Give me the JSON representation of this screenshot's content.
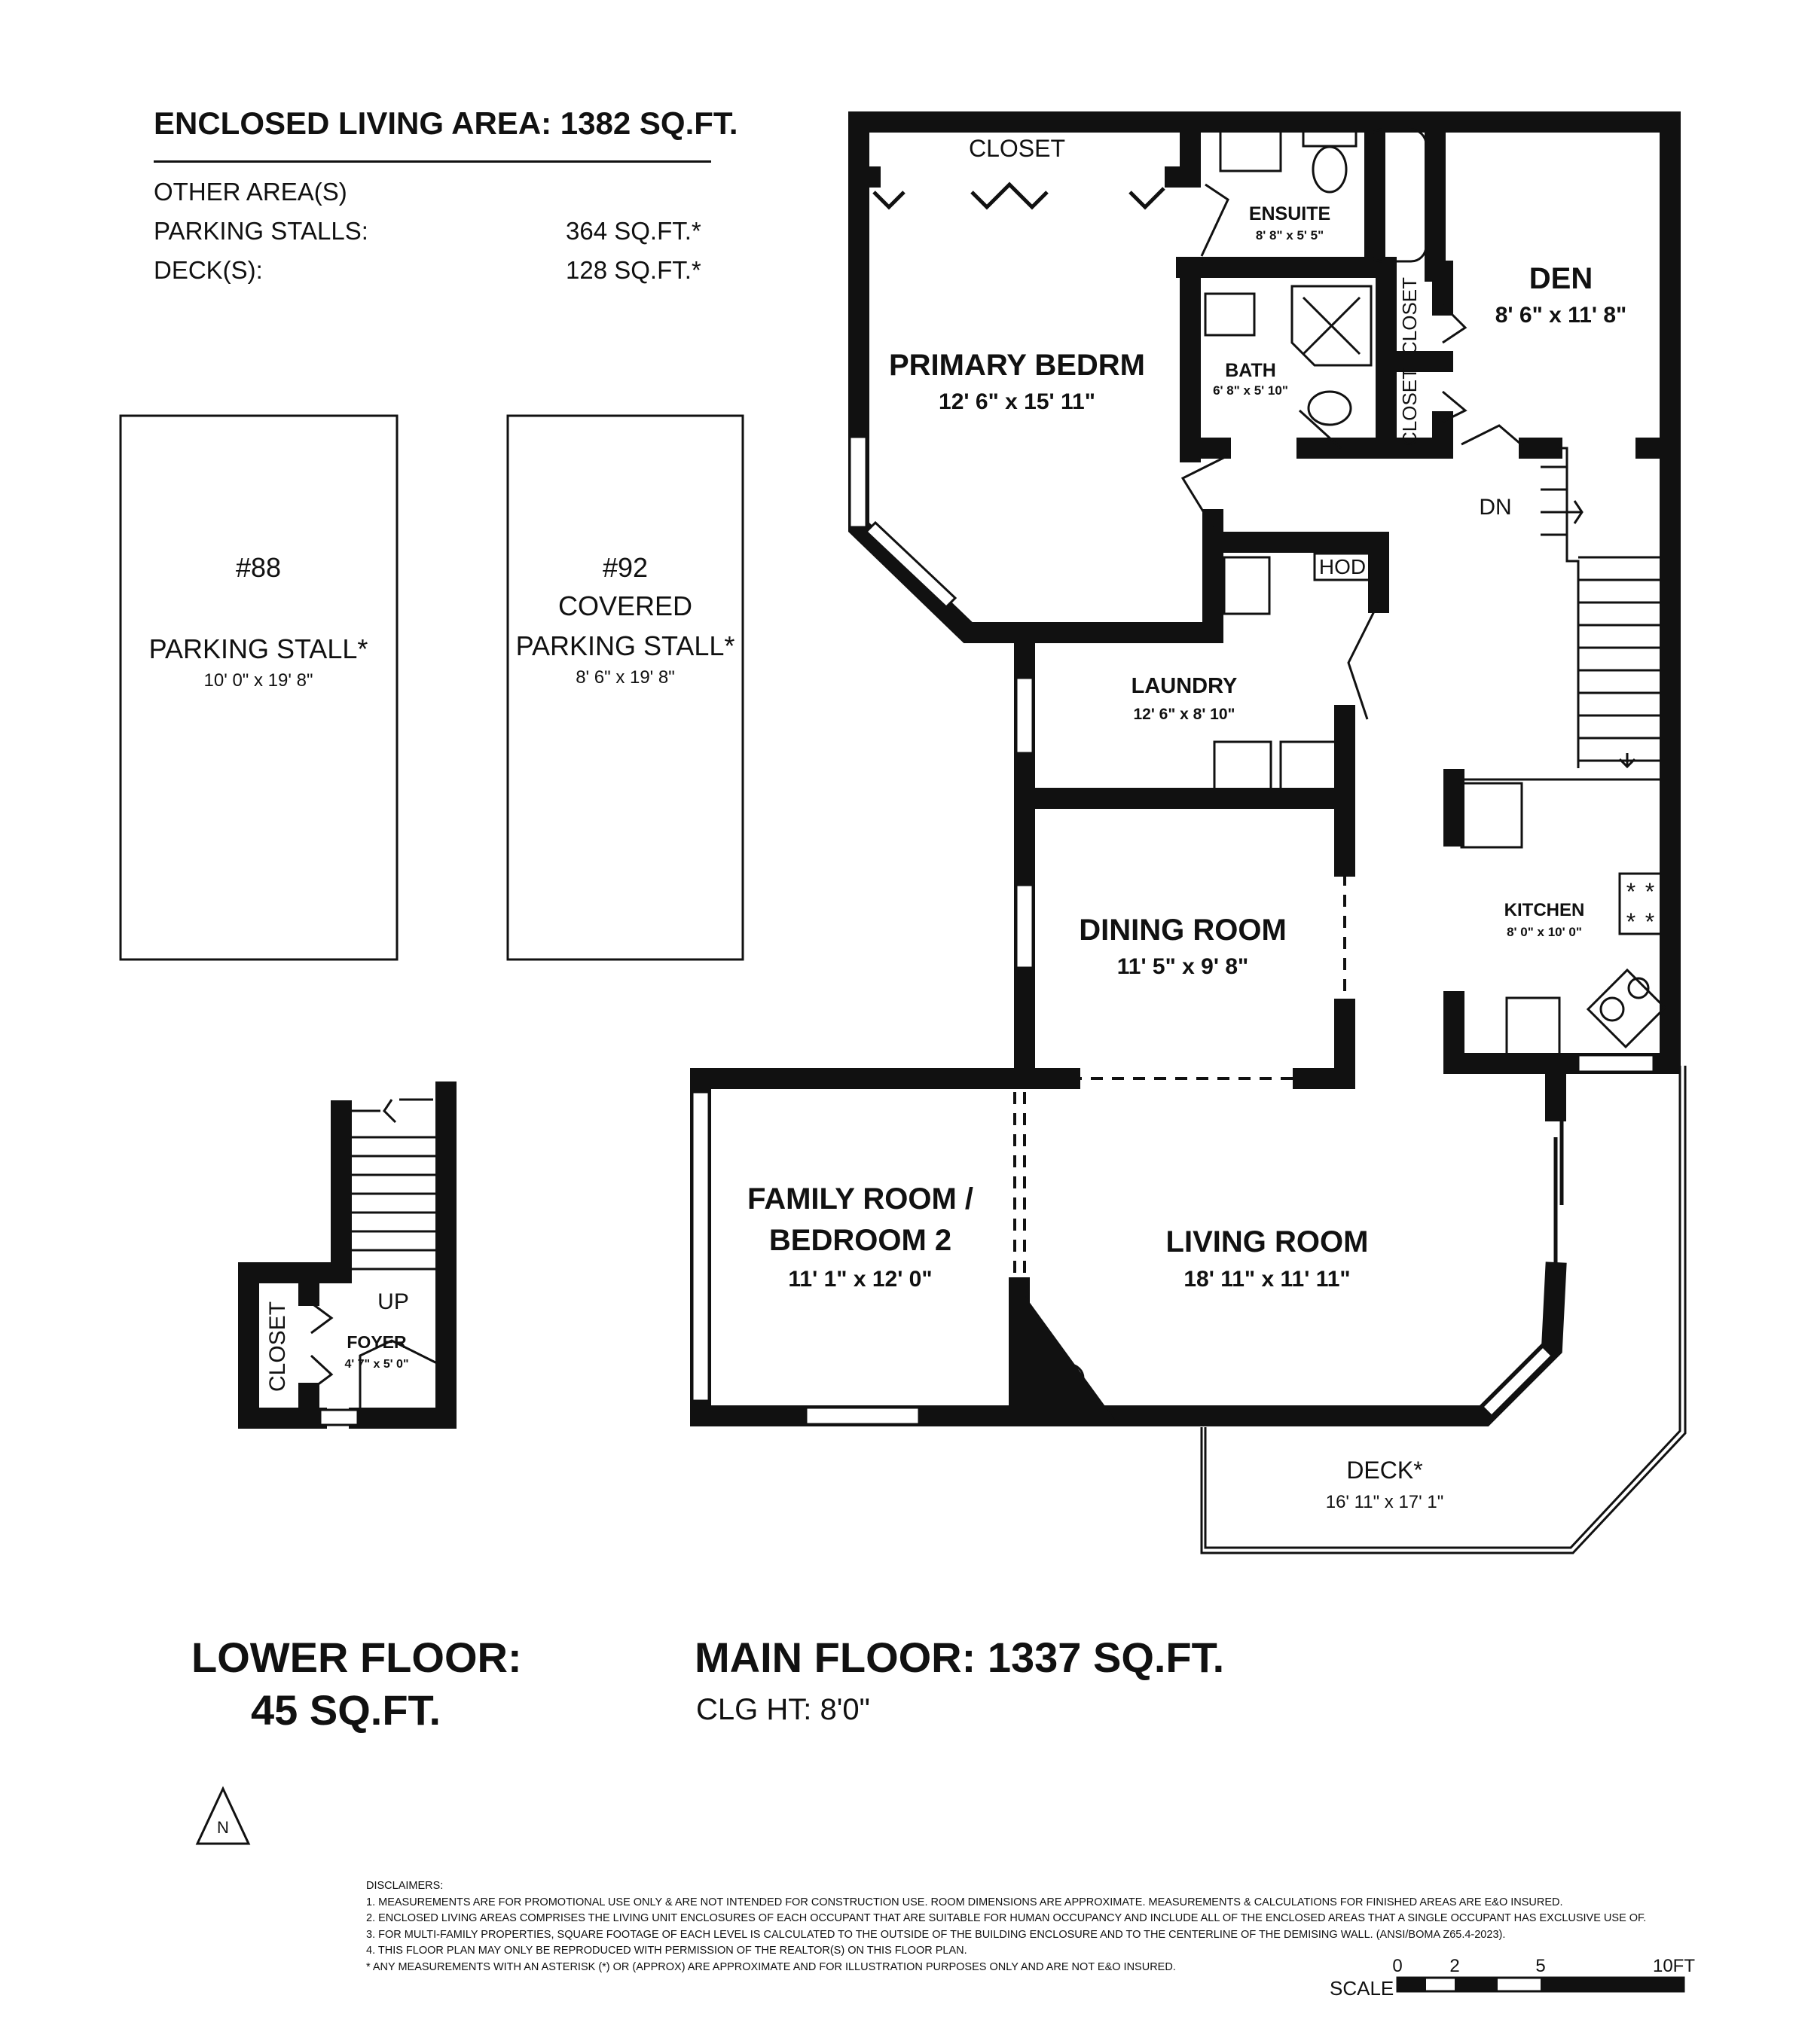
{
  "summary": {
    "enclosed": "ENCLOSED LIVING AREA: 1382 SQ.FT.",
    "other_title": "OTHER AREA(S)",
    "parking_label": "PARKING STALLS:",
    "parking_value": "364 SQ.FT.*",
    "deck_label": "DECK(S):",
    "deck_value": "128 SQ.FT.*"
  },
  "parking": {
    "stall_88": {
      "number": "#88",
      "name": "PARKING STALL*",
      "dim": "10' 0\" x 19' 8\""
    },
    "stall_92": {
      "number": "#92",
      "line2": "COVERED",
      "name": "PARKING STALL*",
      "dim": "8' 6\" x 19' 8\""
    }
  },
  "rooms": {
    "closet_top": "CLOSET",
    "ensuite": {
      "name": "ENSUITE",
      "dim": "8' 8\" x 5' 5\""
    },
    "den": {
      "name": "DEN",
      "dim": "8' 6\" x 11' 8\""
    },
    "closet_den_1": "CLOSET",
    "closet_den_2": "CLOSET",
    "primary": {
      "name": "PRIMARY BEDRM",
      "dim": "12' 6\" x 15' 11\""
    },
    "bath": {
      "name": "BATH",
      "dim": "6' 8\" x 5' 10\""
    },
    "dn": "DN",
    "hod": "HOD",
    "laundry": {
      "name": "LAUNDRY",
      "dim": "12' 6\" x 8' 10\""
    },
    "dining": {
      "name": "DINING ROOM",
      "dim": "11' 5\" x 9' 8\""
    },
    "kitchen": {
      "name": "KITCHEN",
      "dim": "8' 0\" x 10' 0\""
    },
    "family": {
      "line1": "FAMILY ROOM /",
      "line2": "BEDROOM 2",
      "dim": "11' 1\" x 12' 0\""
    },
    "living": {
      "name": "LIVING ROOM",
      "dim": "18' 11\" x 11' 11\""
    },
    "deck": {
      "name": "DECK*",
      "dim": "16' 11\" x 17' 1\""
    },
    "foyer": {
      "name": "FOYER",
      "dim": "4' 7\" x 5' 0\""
    },
    "closet_foyer": "CLOSET",
    "up": "UP"
  },
  "floors": {
    "lower_line1": "LOWER FLOOR:",
    "lower_line2": "45 SQ.FT.",
    "main": "MAIN FLOOR: 1337 SQ.FT.",
    "ceiling": "CLG HT: 8'0\""
  },
  "compass": "N",
  "disclaimers": {
    "title": "DISCLAIMERS:",
    "lines": [
      "1. MEASUREMENTS ARE FOR PROMOTIONAL USE ONLY & ARE NOT INTENDED FOR CONSTRUCTION USE. ROOM DIMENSIONS ARE APPROXIMATE. MEASUREMENTS & CALCULATIONS FOR FINISHED AREAS ARE E&O INSURED.",
      "2. ENCLOSED LIVING AREAS COMPRISES THE LIVING UNIT ENCLOSURES OF EACH OCCUPANT THAT ARE SUITABLE FOR HUMAN OCCUPANCY AND INCLUDE ALL OF THE ENCLOSED AREAS THAT A SINGLE OCCUPANT HAS EXCLUSIVE USE OF.",
      "3. FOR MULTI-FAMILY PROPERTIES, SQUARE FOOTAGE OF EACH LEVEL IS CALCULATED TO THE OUTSIDE OF THE BUILDING ENCLOSURE AND TO THE CENTERLINE OF THE DEMISING WALL. (ANSI/BOMA Z65.4-2023).",
      "4. THIS FLOOR PLAN MAY ONLY BE REPRODUCED WITH PERMISSION OF THE REALTOR(S) ON THIS FLOOR PLAN.",
      "* ANY MEASUREMENTS WITH AN ASTERISK (*) OR (APPROX) ARE APPROXIMATE AND FOR ILLUSTRATION PURPOSES ONLY AND ARE NOT E&O INSURED."
    ]
  },
  "scale": {
    "label": "SCALE",
    "ticks": [
      "0",
      "2",
      "5",
      "10FT"
    ]
  }
}
